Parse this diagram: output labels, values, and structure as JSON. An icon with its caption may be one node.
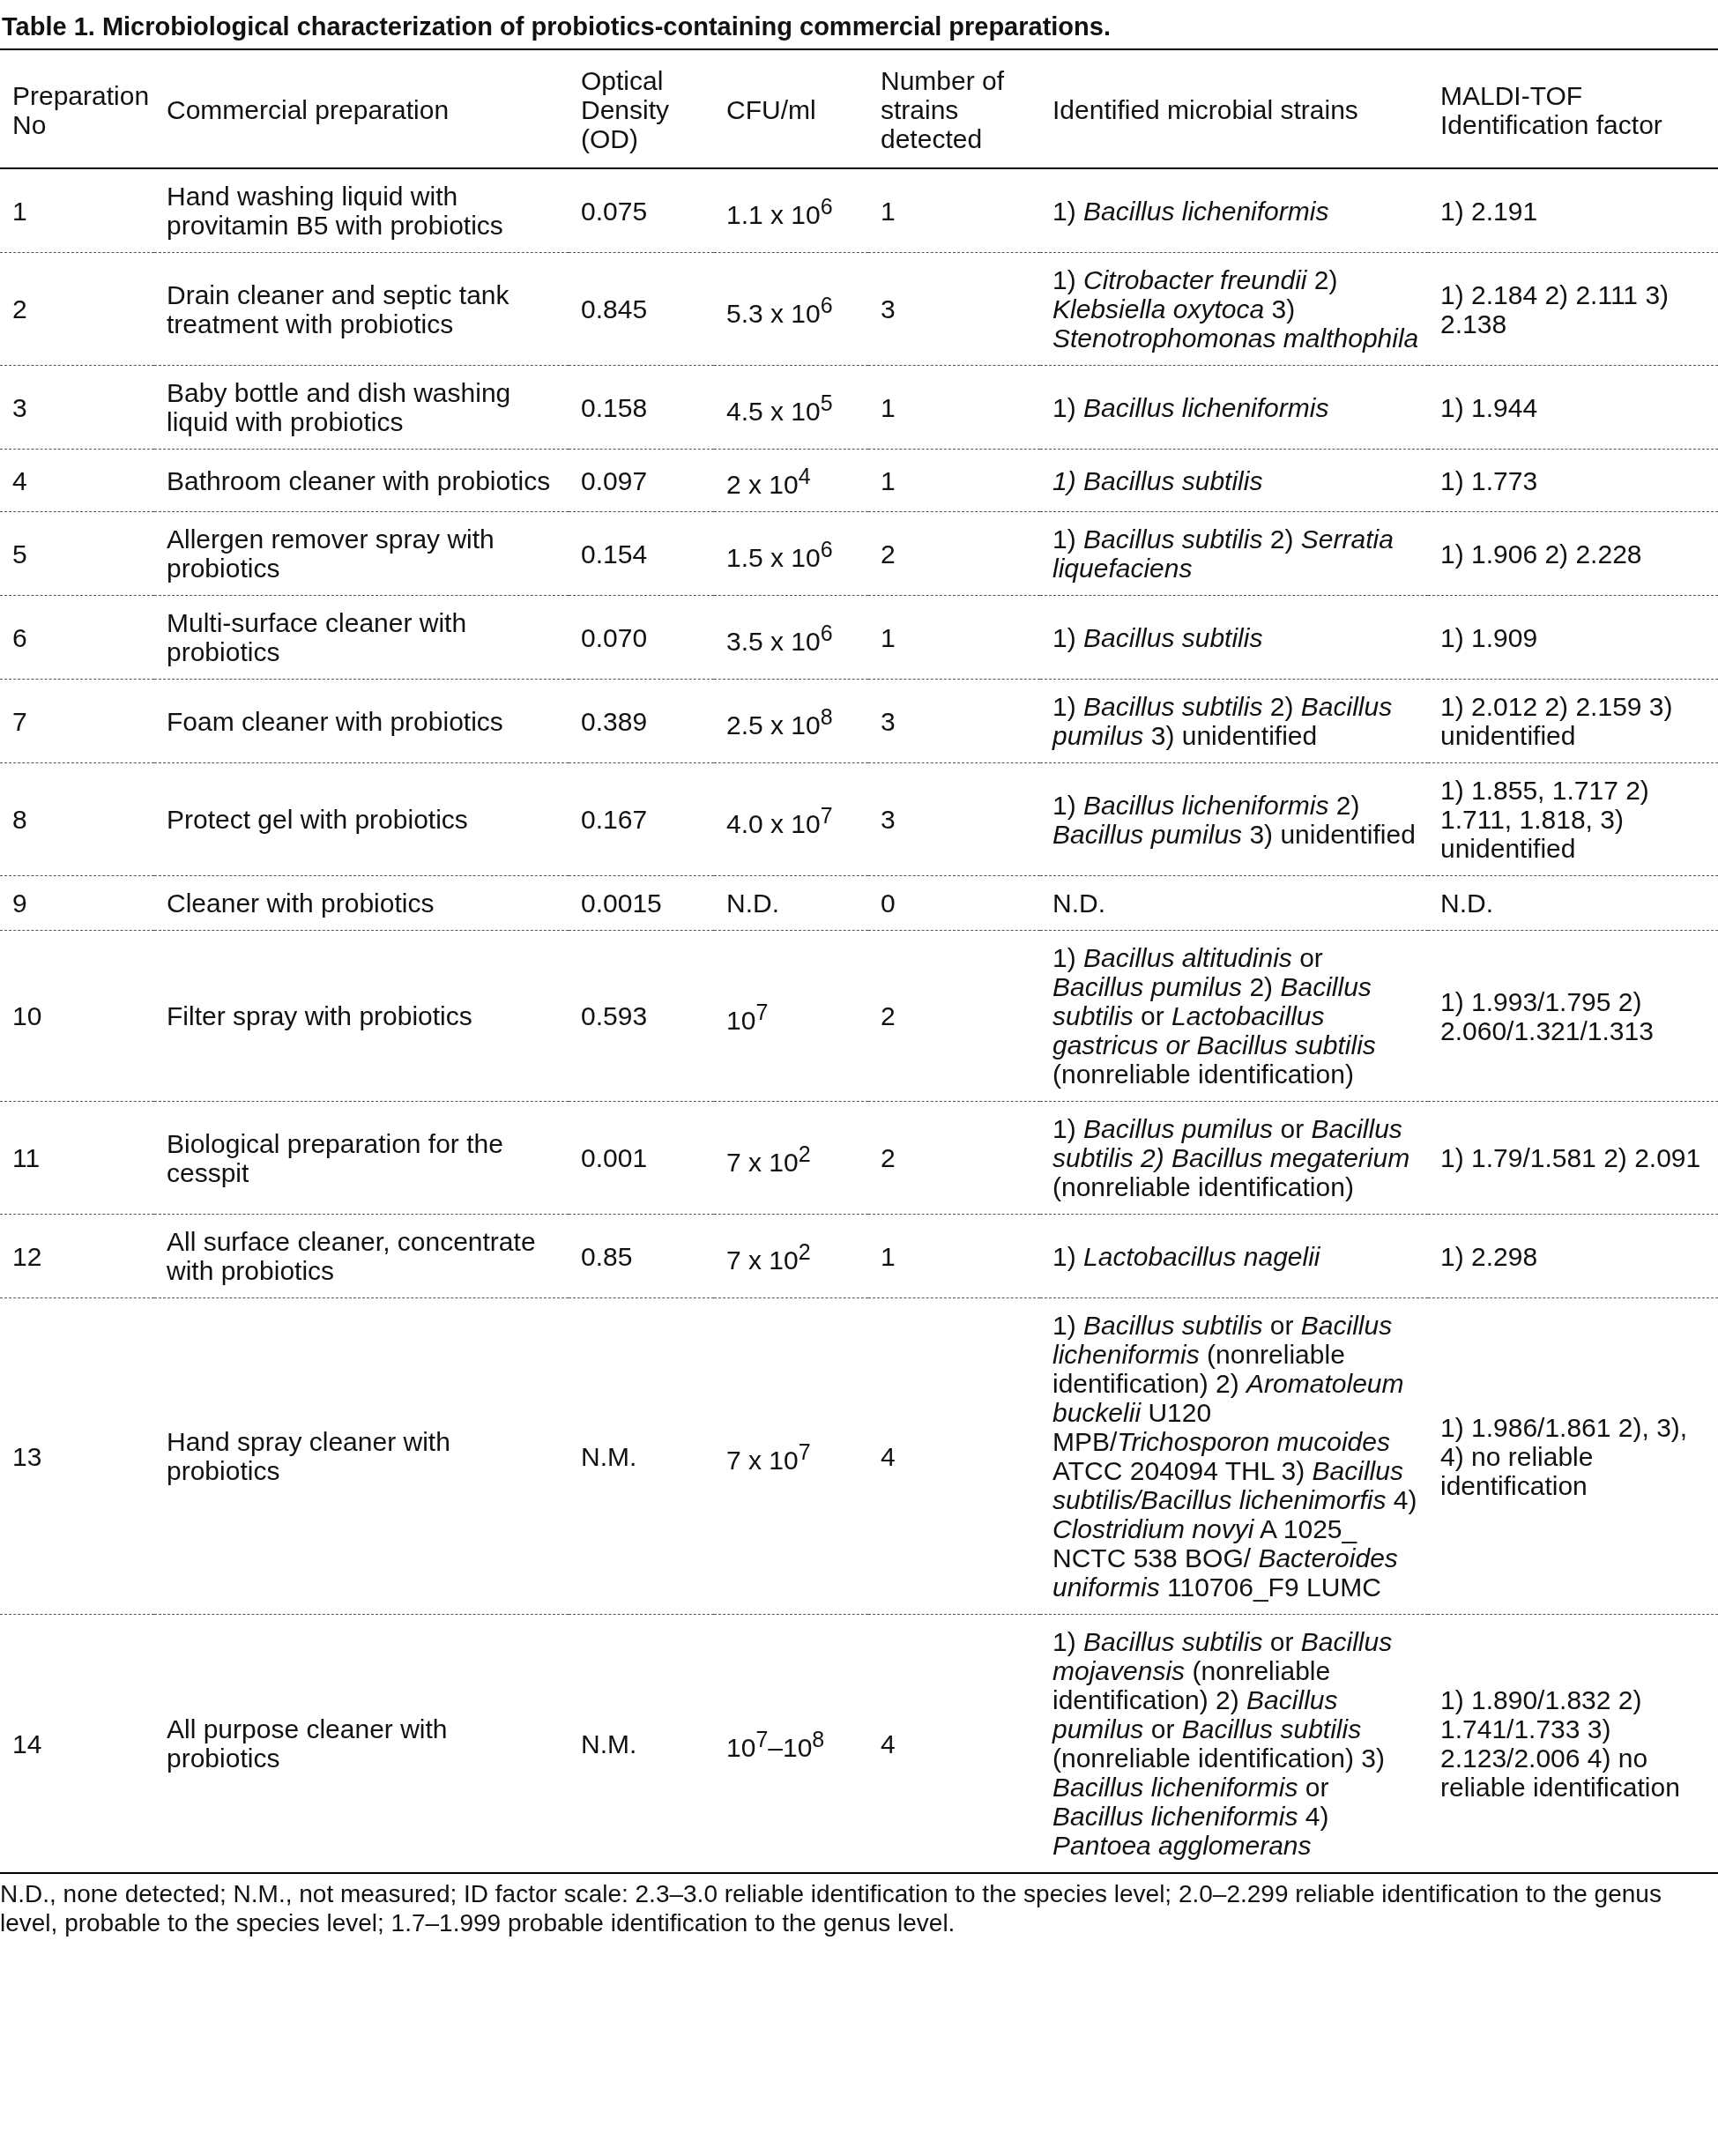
{
  "diagram": {
    "title": "Table 1. Microbiological characterization of probiotics-containing commercial preparations.",
    "caption": "N.D., none detected; N.M., not measured; ID factor scale: 2.3–3.0 reliable identification to the species level; 2.0–2.299 reliable identification to the genus level, probable to the species level; 1.7–1.999 probable identification to the genus level.",
    "labels": [
      "Preparation No",
      "Commercial preparation",
      "Optical Density (OD)",
      "CFU/ml",
      "Number of strains detected",
      "Identified microbial strains",
      "MALDI-TOF Identification factor",
      "1",
      "Hand washing liquid with provitamin B5 with probiotics",
      "0.075",
      "1.1 x 10$^{6}$",
      "1",
      "1) *Bacillus licheniformis*",
      "1) 2.191",
      "2",
      "Drain cleaner and septic tank treatment with probiotics",
      "0.845",
      "5.3 x 10$^{6}$",
      "3",
      "1) *Citrobacter freundii* 2) *Klebsiella oxytoca* 3) *Stenotrophomonas malthophila*",
      "1) 2.184 2) 2.111 3) 2.138",
      "3",
      "Baby bottle and dish washing liquid with probiotics",
      "0.158",
      "4.5 x 10$^{5}$",
      "1",
      "1) *Bacillus licheniformis*",
      "1) 1.944",
      "4",
      "Bathroom cleaner with probiotics",
      "0.097",
      "2 x 10$^{4}$",
      "1",
      "*1) Bacillus subtilis*",
      "1) 1.773",
      "5",
      "Allergen remover spray with probiotics",
      "0.154",
      "1.5 x 10$^{6}$",
      "2",
      "1) *Bacillus subtilis* 2) *Serratia liquefaciens*",
      "1) 1.906 2) 2.228",
      "6",
      "Multi-surface cleaner with probiotics",
      "0.070",
      "3.5 x 10$^{6}$",
      "1",
      "1) *Bacillus subtilis*",
      "1) 1.909",
      "7",
      "Foam cleaner with probiotics",
      "0.389",
      "2.5 x 10$^{8}$",
      "3",
      "1) *Bacillus subtilis* 2) *Bacillus pumilus* 3) unidentified",
      "1) 2.012 2) 2.159 3) unidentified",
      "8",
      "Protect gel with probiotics",
      "0.167",
      "4.0 x 10$^{7}$",
      "3",
      "1) *Bacillus licheniformis* 2) *Bacillus pumilus* 3) unidentified",
      "1) 1.855, 1.717 2) 1.711, 1.818, 3) unidentified",
      "9",
      "Cleaner with probiotics",
      "0.0015",
      "N.D.",
      "0",
      "N.D.",
      "N.D.",
      "10",
      "Filter spray with probiotics",
      "0.593",
      "10$^{7}$",
      "2",
      "1) *Bacillus altitudinis* or *Bacillus pumilus* 2) *Bacillus subtilis* or *Lactobacillus gastricus or Bacillus subtilis* (nonreliable identification)",
      "1) 1.993/1.795 2) 2.060/1.321/1.313",
      "11",
      "Biological preparation for the cesspit",
      "0.001",
      "7 x 10$^{2}$",
      "2",
      "1) *Bacillus pumilus* or *Bacillus subtilis 2) Bacillus megaterium* (nonreliable identification)",
      "1) 1.79/1.581 2) 2.091",
      "12",
      "All surface cleaner, concentrate with probiotics",
      "0.85",
      "7 x 10$^{2}$",
      "1",
      "1) *Lactobacillus nagelii*",
      "1) 2.298",
      "13",
      "Hand spray cleaner with probiotics",
      "N.M.",
      "7 x 10$^{7}$",
      "4",
      "1) *Bacillus subtilis* or *Bacillus licheniformis* (nonreliable identification) 2) *Aromatoleum buckelii* U120 MPB/*Trichosporon mucoides* ATCC 204094 THL 3) *Bacillus subtilis/Bacillus lichenimorfis* 4) *Clostridium novyi* A 1025_ NCTC 538 BOG/ *Bacteroides uniformis* 110706_F9 LUMC",
      "1) 1.986/1.861 2), 3), 4) no reliable identification",
      "14",
      "All purpose cleaner with probiotics",
      "N.M.",
      "10$^{7}$–10$^{8}$",
      "4",
      "1) *Bacillus subtilis* or *Bacillus mojavensis* (nonreliable identification) 2) *Bacillus pumilus* or *Bacillus subtilis* (nonreliable identification) 3) *Bacillus licheniformis* or *Bacillus licheniformis* 4) *Pantoea agglomerans*",
      "1) 1.890/1.832 2) 1.741/1.733 3) 2.123/2.006 4) no reliable identification"
    ]
  }
}
